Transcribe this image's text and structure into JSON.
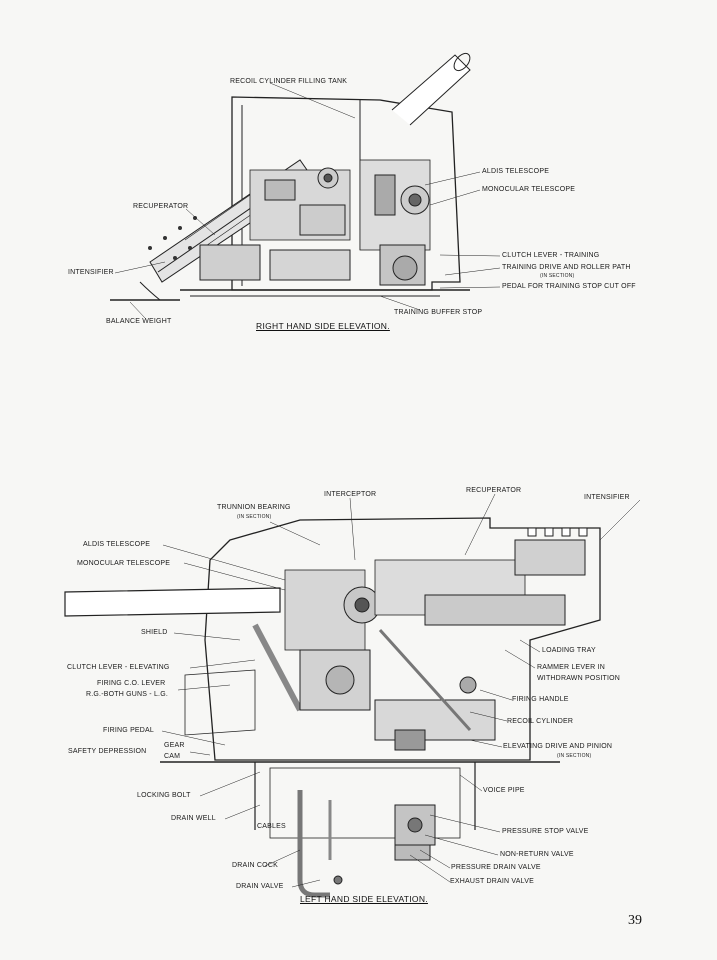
{
  "top_diagram": {
    "title": "RIGHT HAND SIDE ELEVATION.",
    "labels": {
      "recoil_cylinder_filling_tank": "RECOIL CYLINDER FILLING TANK",
      "aldis_telescope": "ALDIS TELESCOPE",
      "monocular_telescope": "MONOCULAR TELESCOPE",
      "recuperator": "RECUPERATOR",
      "intensifier": "INTENSIFIER",
      "clutch_lever_training": "CLUTCH LEVER - TRAINING",
      "training_drive": "TRAINING DRIVE AND ROLLER PATH",
      "training_drive_sub": "(IN SECTION)",
      "pedal_training_stop": "PEDAL FOR TRAINING STOP CUT OFF",
      "training_buffer_stop": "TRAINING BUFFER STOP",
      "balance_weight": "BALANCE WEIGHT"
    }
  },
  "bottom_diagram": {
    "title": "LEFT HAND SIDE ELEVATION.",
    "labels": {
      "interceptor": "INTERCEPTOR",
      "recuperator": "RECUPERATOR",
      "intensifier": "INTENSIFIER",
      "trunnion_bearing": "TRUNNION BEARING",
      "trunnion_bearing_sub": "(IN SECTION)",
      "aldis_telescope": "ALDIS TELESCOPE",
      "monocular_telescope": "MONOCULAR TELESCOPE",
      "shield": "SHIELD",
      "loading_tray": "LOADING TRAY",
      "clutch_lever_elevating": "CLUTCH LEVER - ELEVATING",
      "rammer_lever_1": "RAMMER LEVER IN",
      "rammer_lever_2": "WITHDRAWN POSITION",
      "firing_co_lever": "FIRING C.O. LEVER",
      "rg_lg": "R.G.-BOTH GUNS - L.G.",
      "firing_handle": "FIRING HANDLE",
      "firing_pedal": "FIRING PEDAL",
      "recoil_cylinder": "RECOIL CYLINDER",
      "safety_depression": "SAFETY DEPRESSION",
      "gear": "GEAR",
      "cam": "CAM",
      "elevating_drive": "ELEVATING DRIVE AND PINION",
      "elevating_drive_sub": "(IN SECTION)",
      "locking_bolt": "LOCKING BOLT",
      "voice_pipe": "VOICE PIPE",
      "drain_well": "DRAIN WELL",
      "cables": "CABLES",
      "pressure_stop_valve": "PRESSURE STOP VALVE",
      "non_return_valve": "NON-RETURN VALVE",
      "drain_cock": "DRAIN COCK",
      "pressure_drain_valve": "PRESSURE DRAIN VALVE",
      "exhaust_drain_valve": "EXHAUST DRAIN VALVE",
      "drain_valve": "DRAIN VALVE"
    }
  },
  "page_number": "39"
}
